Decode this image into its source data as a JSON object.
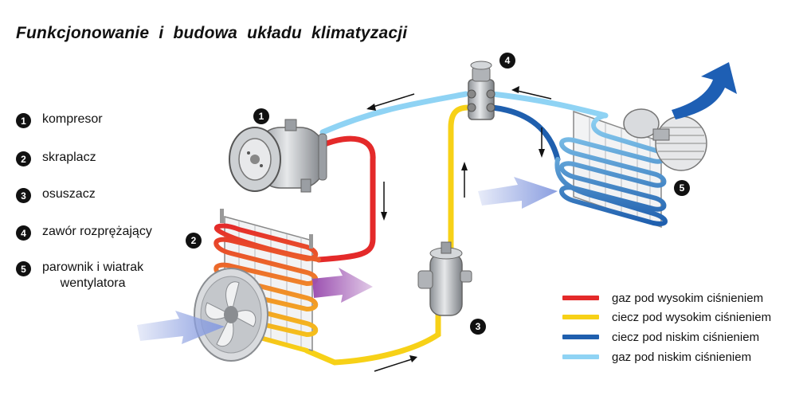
{
  "title": "Funkcjonowanie  i  budowa  układu  klimatyzacji",
  "components": [
    {
      "number": "1",
      "label": "kompresor"
    },
    {
      "number": "2",
      "label": "skraplacz"
    },
    {
      "number": "3",
      "label": "osuszacz"
    },
    {
      "number": "4",
      "label": "zawór rozprężający"
    },
    {
      "number": "5",
      "label_line1": "parownik  i  wiatrak",
      "label_line2": "wentylatora"
    }
  ],
  "legend": [
    {
      "label": "gaz pod wysokim ciśnieniem",
      "color": "#e42a2a"
    },
    {
      "label": "ciecz pod wysokim ciśnieniem",
      "color": "#f7d117"
    },
    {
      "label": "ciecz pod niskim ciśnieniem",
      "color": "#1f5fae"
    },
    {
      "label": "gaz pod niskim ciśnieniem",
      "color": "#8fd3f4"
    }
  ],
  "colors": {
    "outlet_air": "#1e5fb4",
    "inlet_air": "#8a9ee0",
    "hot_air": "#9b4fb0",
    "metal": "#b9bcc0"
  },
  "icons": [
    "compressor-icon",
    "condenser-icon",
    "fan-icon",
    "receiver-drier-icon",
    "expansion-valve-icon",
    "evaporator-icon",
    "blower-icon",
    "flow-arrow-icon",
    "airflow-arrow-icon"
  ]
}
